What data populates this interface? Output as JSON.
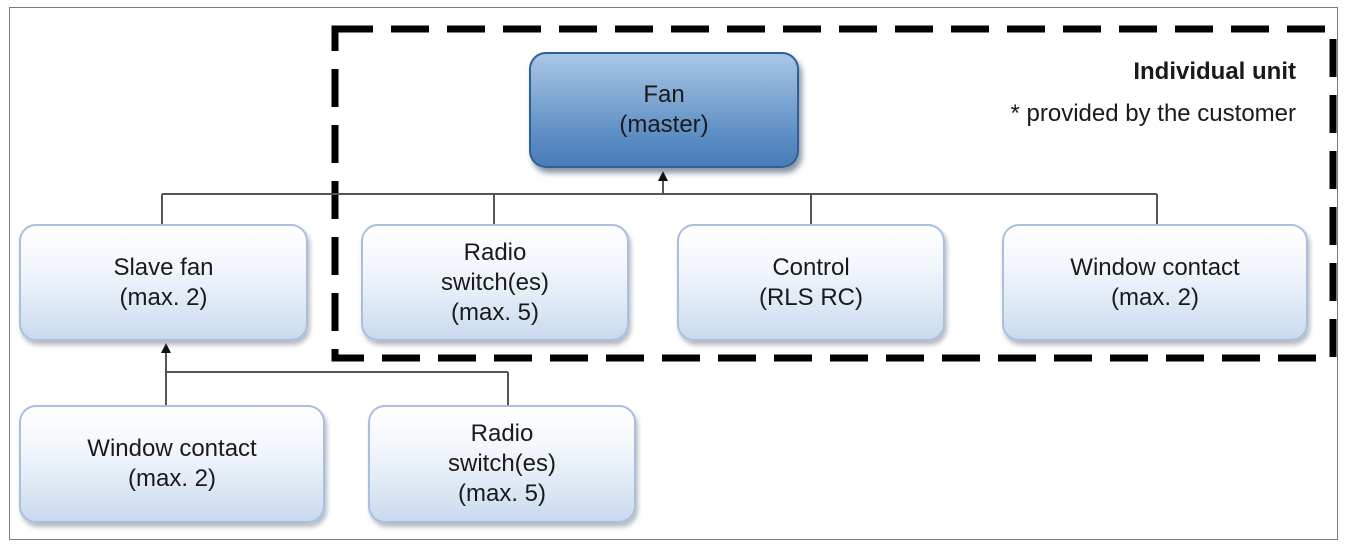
{
  "legend": {
    "title": "Individual unit",
    "note": "* provided by the customer"
  },
  "nodes": {
    "fan_master": {
      "lines": [
        "Fan",
        "(master)"
      ]
    },
    "slave_fan": {
      "lines": [
        "Slave fan",
        "(max. 2)"
      ]
    },
    "radio_switch_top": {
      "lines": [
        "Radio",
        "switch(es)",
        "(max. 5)"
      ]
    },
    "control": {
      "lines": [
        "Control",
        "(RLS RC)"
      ]
    },
    "window_contact_top": {
      "lines": [
        "Window contact",
        "(max. 2)"
      ]
    },
    "window_contact_bottom": {
      "lines": [
        "Window contact",
        "(max. 2)"
      ]
    },
    "radio_switch_bottom": {
      "lines": [
        "Radio",
        "switch(es)",
        "(max. 5)"
      ]
    }
  },
  "colors": {
    "master_fill": "#5a8cc3",
    "node_fill": "#dbe6f4",
    "line": "#555555",
    "dashed_border": "#000000"
  }
}
